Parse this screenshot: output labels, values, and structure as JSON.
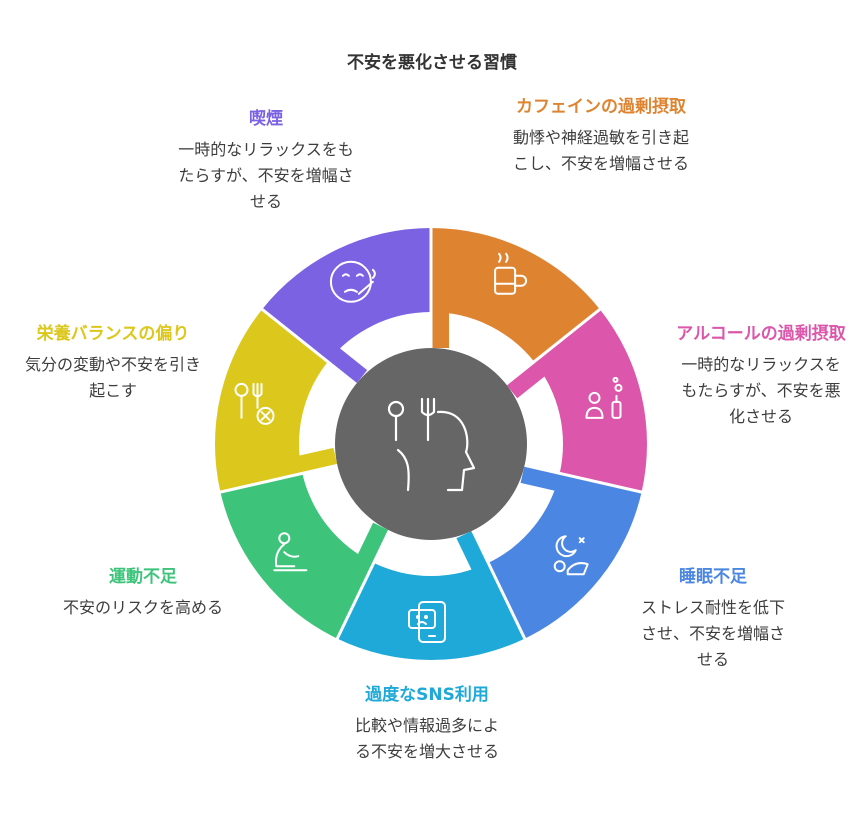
{
  "title": "不安を悪化させる習慣",
  "center_icon": "fork-knife-head-icon",
  "segments": [
    {
      "title": "カフェインの過剰摂取",
      "desc": "動悸や神経過敏を引き起こし、不安を増幅させる",
      "color": "#de8431",
      "icon": "caffeine-drink-icon"
    },
    {
      "title": "アルコールの過剰摂取",
      "desc": "一時的なリラックスをもたらすが、不安を悪化させる",
      "color": "#dc56ab",
      "icon": "alcohol-drinker-icon"
    },
    {
      "title": "睡眠不足",
      "desc": "ストレス耐性を低下させ、不安を増幅させる",
      "color": "#4a86e2",
      "icon": "sleep-moon-icon"
    },
    {
      "title": "過度なSNS利用",
      "desc": "比較や情報過多による不安を増大させる",
      "color": "#1fa9d8",
      "icon": "phone-sad-icon"
    },
    {
      "title": "運動不足",
      "desc": "不安のリスクを高める",
      "color": "#3dc47a",
      "icon": "sitting-person-icon"
    },
    {
      "title": "栄養バランスの偏り",
      "desc": "気分の変動や不安を引き起こす",
      "color": "#dcc71c",
      "icon": "utensils-cross-icon"
    },
    {
      "title": "喫煙",
      "desc": "一時的なリラックスをもたらすが、不安を増幅させる",
      "color": "#7b62e3",
      "icon": "smoking-face-icon"
    }
  ]
}
